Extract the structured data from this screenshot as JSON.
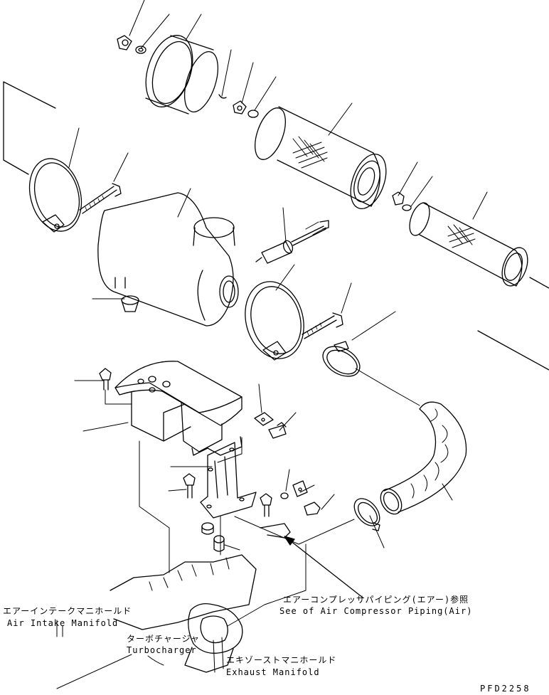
{
  "labels": {
    "air_compressor_jp": "エアーコンプレッサパイピング(エアー)参照",
    "air_compressor_en": "See of Air Compressor Piping(Air)",
    "intake_jp": "エアーインテークマニホールド",
    "intake_en": "Air Intake Manifold",
    "turbo_jp": "ターボチャージャ",
    "turbo_en": "Turbocharger",
    "exhaust_jp": "エキゾーストマニホールド",
    "exhaust_en": "Exhaust Manifold",
    "drawing_code": "PFD2258"
  },
  "colors": {
    "line": "#000000",
    "background": "#ffffff"
  }
}
